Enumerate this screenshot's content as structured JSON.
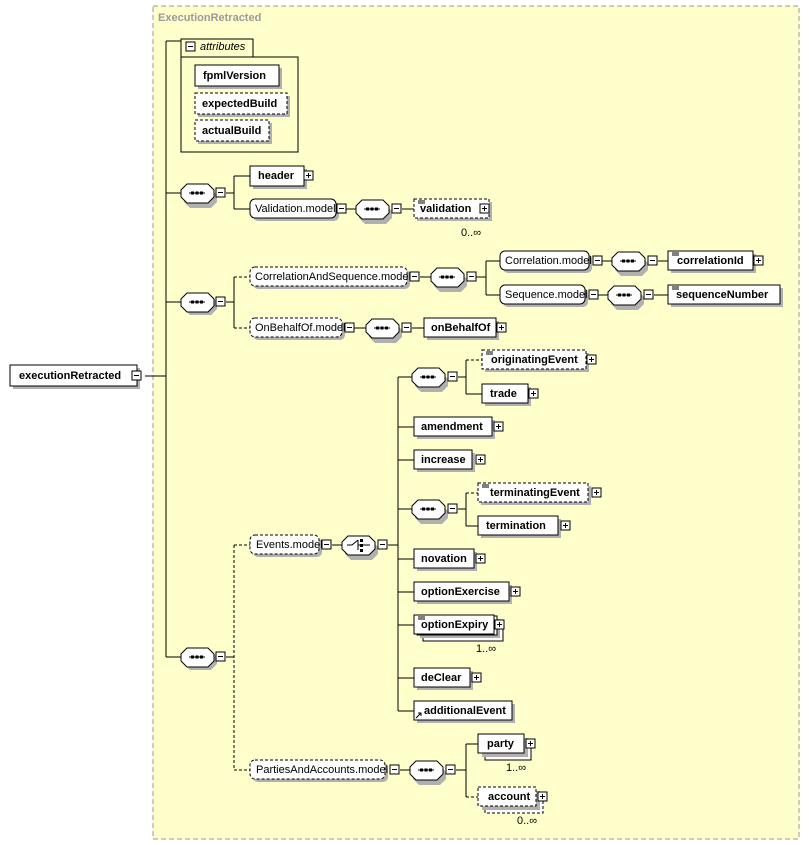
{
  "diagram": {
    "container_title": "ExecutionRetracted",
    "root": "executionRetracted",
    "attributes": {
      "header": "attributes",
      "items": [
        "fpmlVersion",
        "expectedBuild",
        "actualBuild"
      ]
    },
    "group1": {
      "header": "header",
      "validation_model": "Validation.model",
      "validation": "validation",
      "validation_occurs": "0..∞"
    },
    "group2": {
      "correlation_and_sequence_model": "CorrelationAndSequence.model",
      "correlation_model": "Correlation.model",
      "correlation_id": "correlationId",
      "sequence_model": "Sequence.model",
      "sequence_number": "sequenceNumber",
      "on_behalf_of_model": "OnBehalfOf.model",
      "on_behalf_of": "onBehalfOf"
    },
    "group3": {
      "events_model": "Events.model",
      "originating_event": "originatingEvent",
      "trade": "trade",
      "amendment": "amendment",
      "increase": "increase",
      "terminating_event": "terminatingEvent",
      "termination": "termination",
      "novation": "novation",
      "option_exercise": "optionExercise",
      "option_expiry": "optionExpiry",
      "option_expiry_occurs": "1..∞",
      "de_clear": "deClear",
      "additional_event": "additionalEvent",
      "parties_and_accounts_model": "PartiesAndAccounts.model",
      "party": "party",
      "party_occurs": "1..∞",
      "account": "account",
      "account_occurs": "0..∞"
    },
    "colors": {
      "container_bg": "#ffffcc",
      "container_border": "#999999",
      "box_border": "#000000",
      "line": "#000000",
      "shadow": "#b0b0b0"
    }
  }
}
